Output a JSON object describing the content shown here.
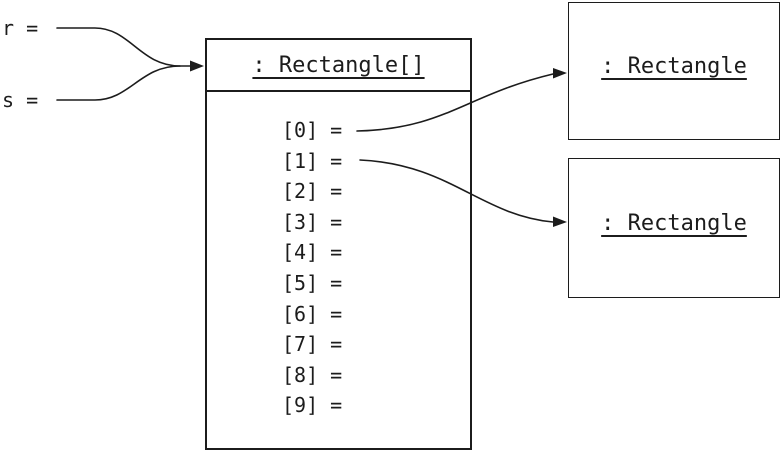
{
  "diagram": {
    "background_color": "#ffffff",
    "ink_color": "#1c1c1c",
    "variables": [
      {
        "label": "r ="
      },
      {
        "label": "s ="
      }
    ],
    "array_box": {
      "title": ": Rectangle[]",
      "slots": [
        "[0] =",
        "[1] =",
        "[2] =",
        "[3] =",
        "[4] =",
        "[5] =",
        "[6] =",
        "[7] =",
        "[8] =",
        "[9] ="
      ]
    },
    "object_boxes": [
      {
        "title": ": Rectangle"
      },
      {
        "title": ": Rectangle"
      }
    ]
  }
}
